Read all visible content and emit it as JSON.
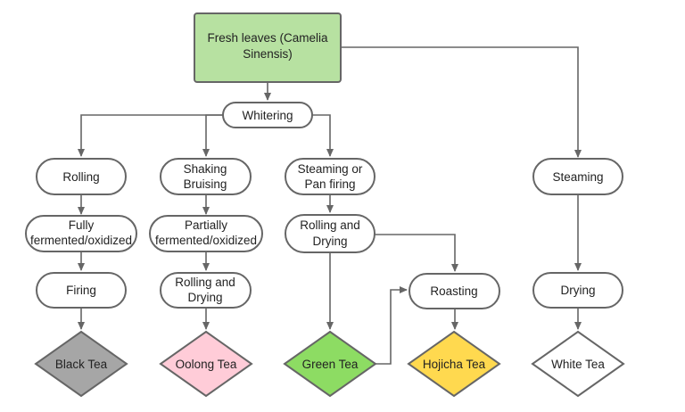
{
  "nodes": {
    "fresh_leaves": {
      "line1": "Fresh leaves (Camelia",
      "line2": "Sinensis)",
      "fill": "#b7e1a1"
    },
    "whitering": {
      "label": "Whitering"
    },
    "rolling": {
      "label": "Rolling"
    },
    "shaking": {
      "line1": "Shaking",
      "line2": "Bruising"
    },
    "steaming_pan": {
      "line1": "Steaming or",
      "line2": "Pan firing"
    },
    "steaming": {
      "label": "Steaming"
    },
    "fully": {
      "line1": "Fully",
      "line2": "fermented/oxidized"
    },
    "partially": {
      "line1": "Partially",
      "line2": "fermented/oxidized"
    },
    "rolling_drying_green": {
      "line1": "Rolling and",
      "line2": "Drying"
    },
    "firing": {
      "label": "Firing"
    },
    "rolling_drying_oolong": {
      "line1": "Rolling and",
      "line2": "Drying"
    },
    "roasting": {
      "label": "Roasting"
    },
    "drying": {
      "label": "Drying"
    },
    "black_tea": {
      "label": "Black Tea",
      "fill": "#a6a6a6"
    },
    "oolong_tea": {
      "label": "Oolong Tea",
      "fill": "#ffccd8"
    },
    "green_tea": {
      "label": "Green Tea",
      "fill": "#8ddc63"
    },
    "hojicha_tea": {
      "label": "Hojicha Tea",
      "fill": "#ffd94f"
    },
    "white_tea": {
      "label": "White Tea",
      "fill": "#ffffff"
    }
  },
  "colors": {
    "stroke": "#666666",
    "text": "#222222",
    "background": "#ffffff"
  }
}
